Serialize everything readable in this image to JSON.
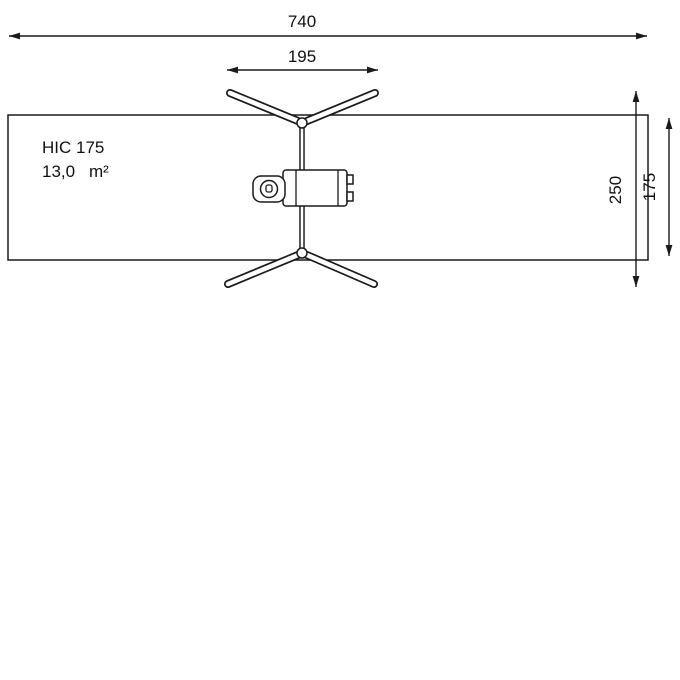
{
  "diagram": {
    "dimensions": {
      "total_width": "740",
      "frame_width": "195",
      "total_depth": "250",
      "frame_depth": "175"
    },
    "safety_area": {
      "hic_label": "HIC 175",
      "area_value": "13,0",
      "area_unit": "m²"
    },
    "colors": {
      "line": "#1a1a1a",
      "background": "#ffffff"
    }
  }
}
